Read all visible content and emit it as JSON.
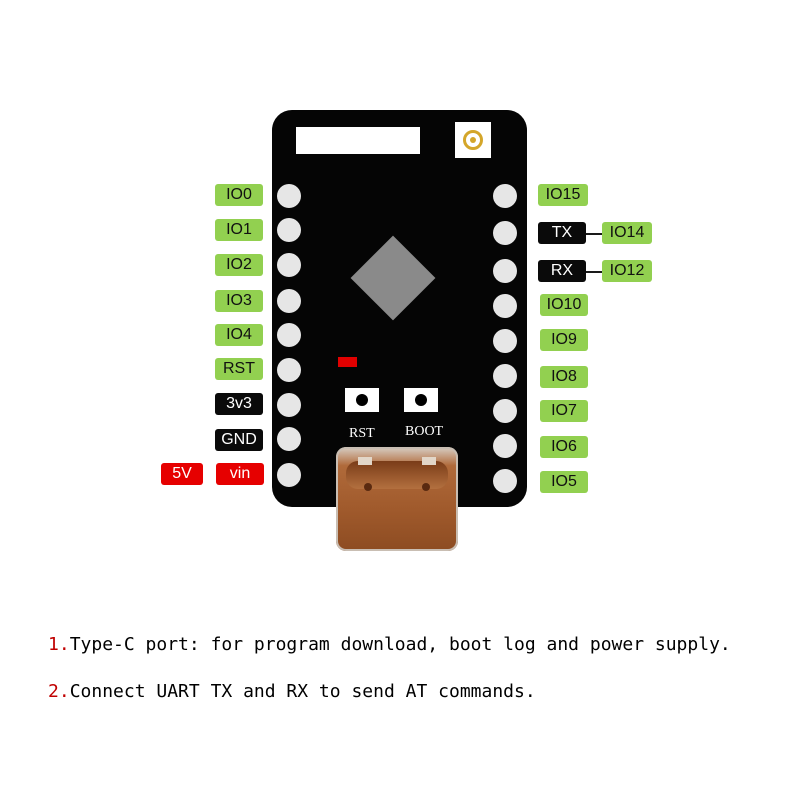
{
  "board": {
    "button_rst": "RST",
    "button_boot": "BOOT"
  },
  "left_pins": [
    "IO0",
    "IO1",
    "IO2",
    "IO3",
    "IO4",
    "RST",
    "3v3",
    "GND",
    "vin"
  ],
  "left_extra": "5V",
  "right_pins": [
    "IO15",
    "TX",
    "RX",
    "IO10",
    "IO9",
    "IO8",
    "IO7",
    "IO6",
    "IO5"
  ],
  "right_extra": [
    "IO14",
    "IO12"
  ],
  "notes": [
    {
      "num": "1.",
      "text": "Type-C port: for program download, boot log and power supply."
    },
    {
      "num": "2.",
      "text": "Connect UART TX and RX to send AT commands."
    }
  ],
  "colors": {
    "gpio_tag": "#92d050",
    "power_tag": "#0a0a0a",
    "vin_tag": "#e60000",
    "board": "#050505"
  }
}
